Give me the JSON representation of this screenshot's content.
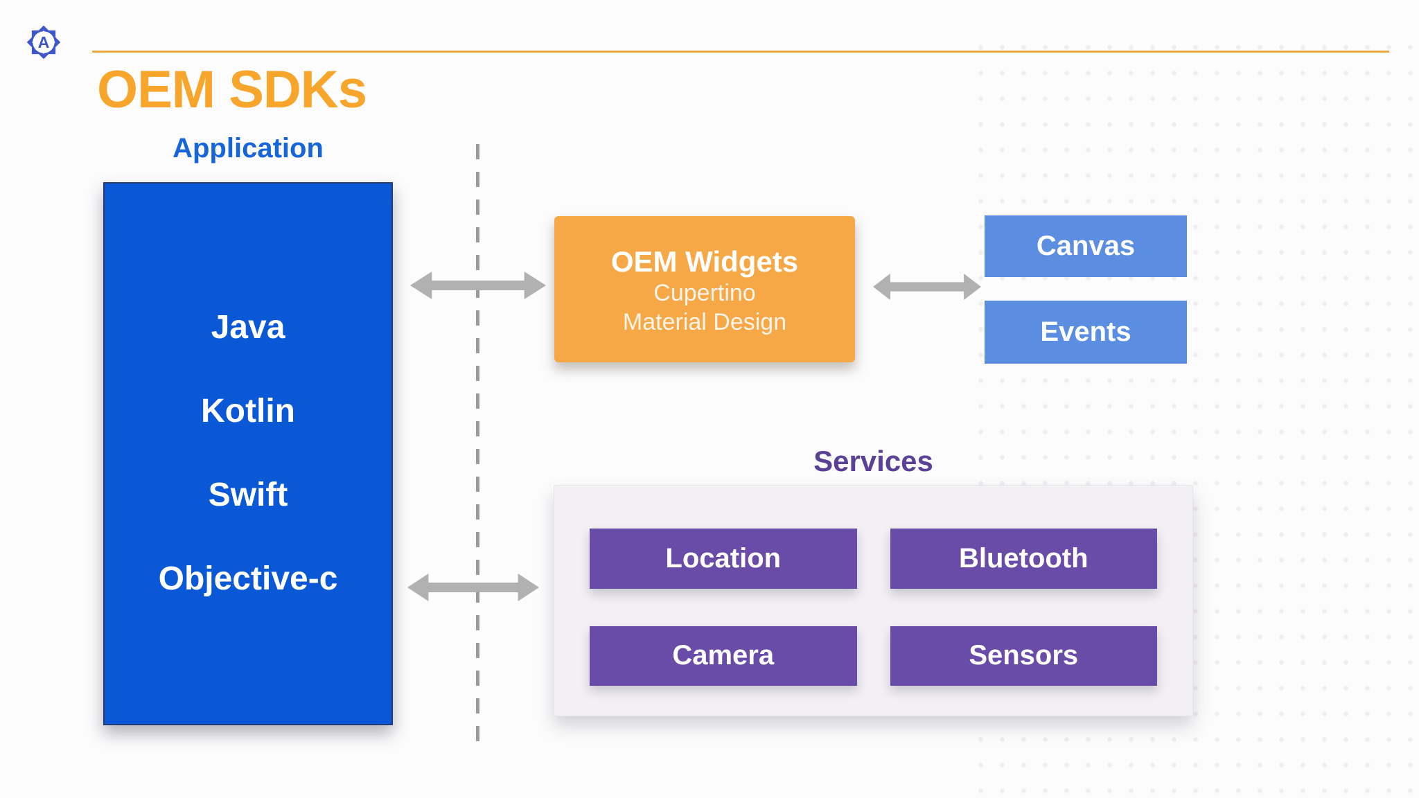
{
  "slide": {
    "title": "OEM SDKs"
  },
  "logo": {
    "letter": "A"
  },
  "application": {
    "label": "Application",
    "languages": [
      "Java",
      "Kotlin",
      "Swift",
      "Objective-c"
    ]
  },
  "oem_widgets": {
    "title": "OEM Widgets",
    "subtitle_lines": [
      "Cupertino",
      "Material Design"
    ]
  },
  "outputs": {
    "canvas": "Canvas",
    "events": "Events"
  },
  "services": {
    "label": "Services",
    "items": [
      "Location",
      "Bluetooth",
      "Camera",
      "Sensors"
    ]
  },
  "colors": {
    "page_bg": "#FCFCFD",
    "title_orange": "#F7A62B",
    "line_orange": "#E9A840",
    "orange_box": "#F6A746",
    "blue_box": "#0A58D6",
    "blue_box_border": "#233B77",
    "blue_text": "#1666DA",
    "light_blue": "#5B8DE0",
    "purple_box": "#684CA8",
    "purple_text": "#5A4195",
    "arrow_gray": "#B1B1B1",
    "dash_gray": "#9A9A9A",
    "panel_bg": "#F2F0F3",
    "panel_border": "#E7E5E9",
    "logo_blue": "#3D56C9",
    "dot": "#EDEBEF"
  }
}
